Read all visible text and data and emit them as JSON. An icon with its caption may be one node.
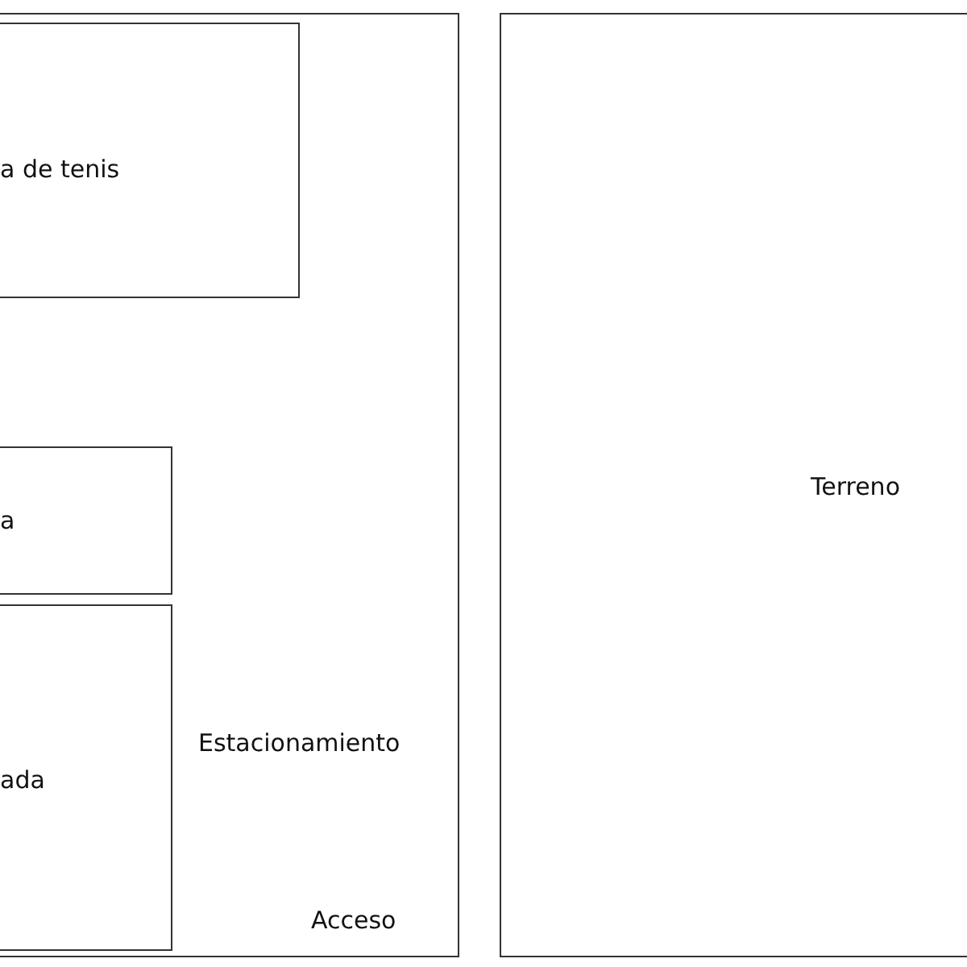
{
  "diagram": {
    "nodes": [
      {
        "text": [
          "Estacionamiento",
          "Acceso"
        ]
      },
      {
        "text": [
          "a de tenis"
        ],
        "in": 0
      },
      {
        "text": [
          "a"
        ],
        "in": 0
      },
      {
        "text": [
          "ada"
        ],
        "in": 0
      },
      {
        "text": [
          "Terreno"
        ]
      }
    ]
  }
}
